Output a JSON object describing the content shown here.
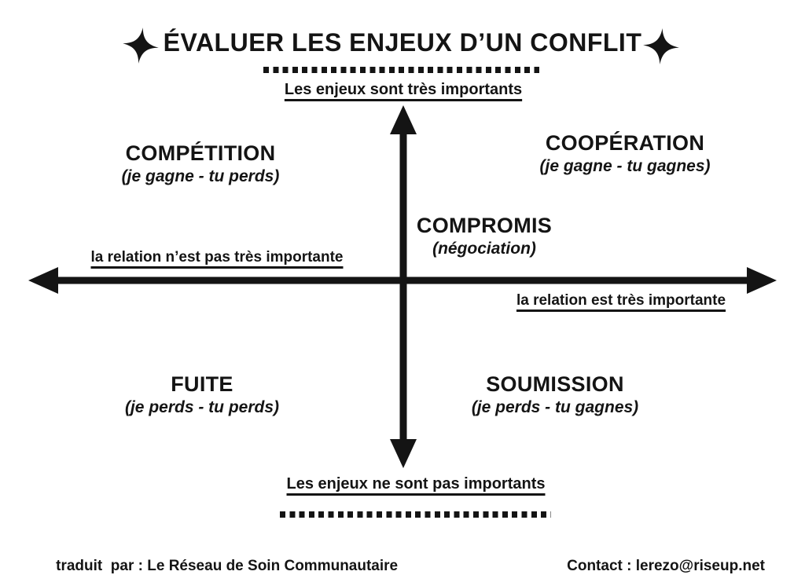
{
  "title": {
    "text": "ÉVALUER LES ENJEUX D’UN CONFLIT"
  },
  "icons": {
    "left": "sparkle-icon",
    "right": "sparkle-icon"
  },
  "axes": {
    "top_label": "Les enjeux sont très importants",
    "bottom_label": "Les enjeux ne sont pas importants",
    "left_label": "la relation n’est pas très importante",
    "right_label": "la relation est très importante"
  },
  "quadrants": [
    {
      "id": "competition",
      "name": "COMPÉTITION",
      "subtitle": "(je gagne - tu perds)"
    },
    {
      "id": "cooperation",
      "name": "COOPÉRATION",
      "subtitle": "(je gagne - tu gagnes)"
    },
    {
      "id": "fuite",
      "name": "FUITE",
      "subtitle": "(je perds - tu perds)"
    },
    {
      "id": "soumission",
      "name": "SOUMISSION",
      "subtitle": "(je perds - tu gagnes)"
    }
  ],
  "center": {
    "name": "COMPROMIS",
    "subtitle": "(négociation)"
  },
  "footer": {
    "credit_label": "traduit  par",
    "credit_separator": " : ",
    "credit_value": "Le Réseau de Soin Communautaire",
    "contact_label": "Contact",
    "contact_separator": " : ",
    "contact_value": "lerezo@riseup.net"
  },
  "colors": {
    "ink": "#141414",
    "background": "#ffffff"
  }
}
